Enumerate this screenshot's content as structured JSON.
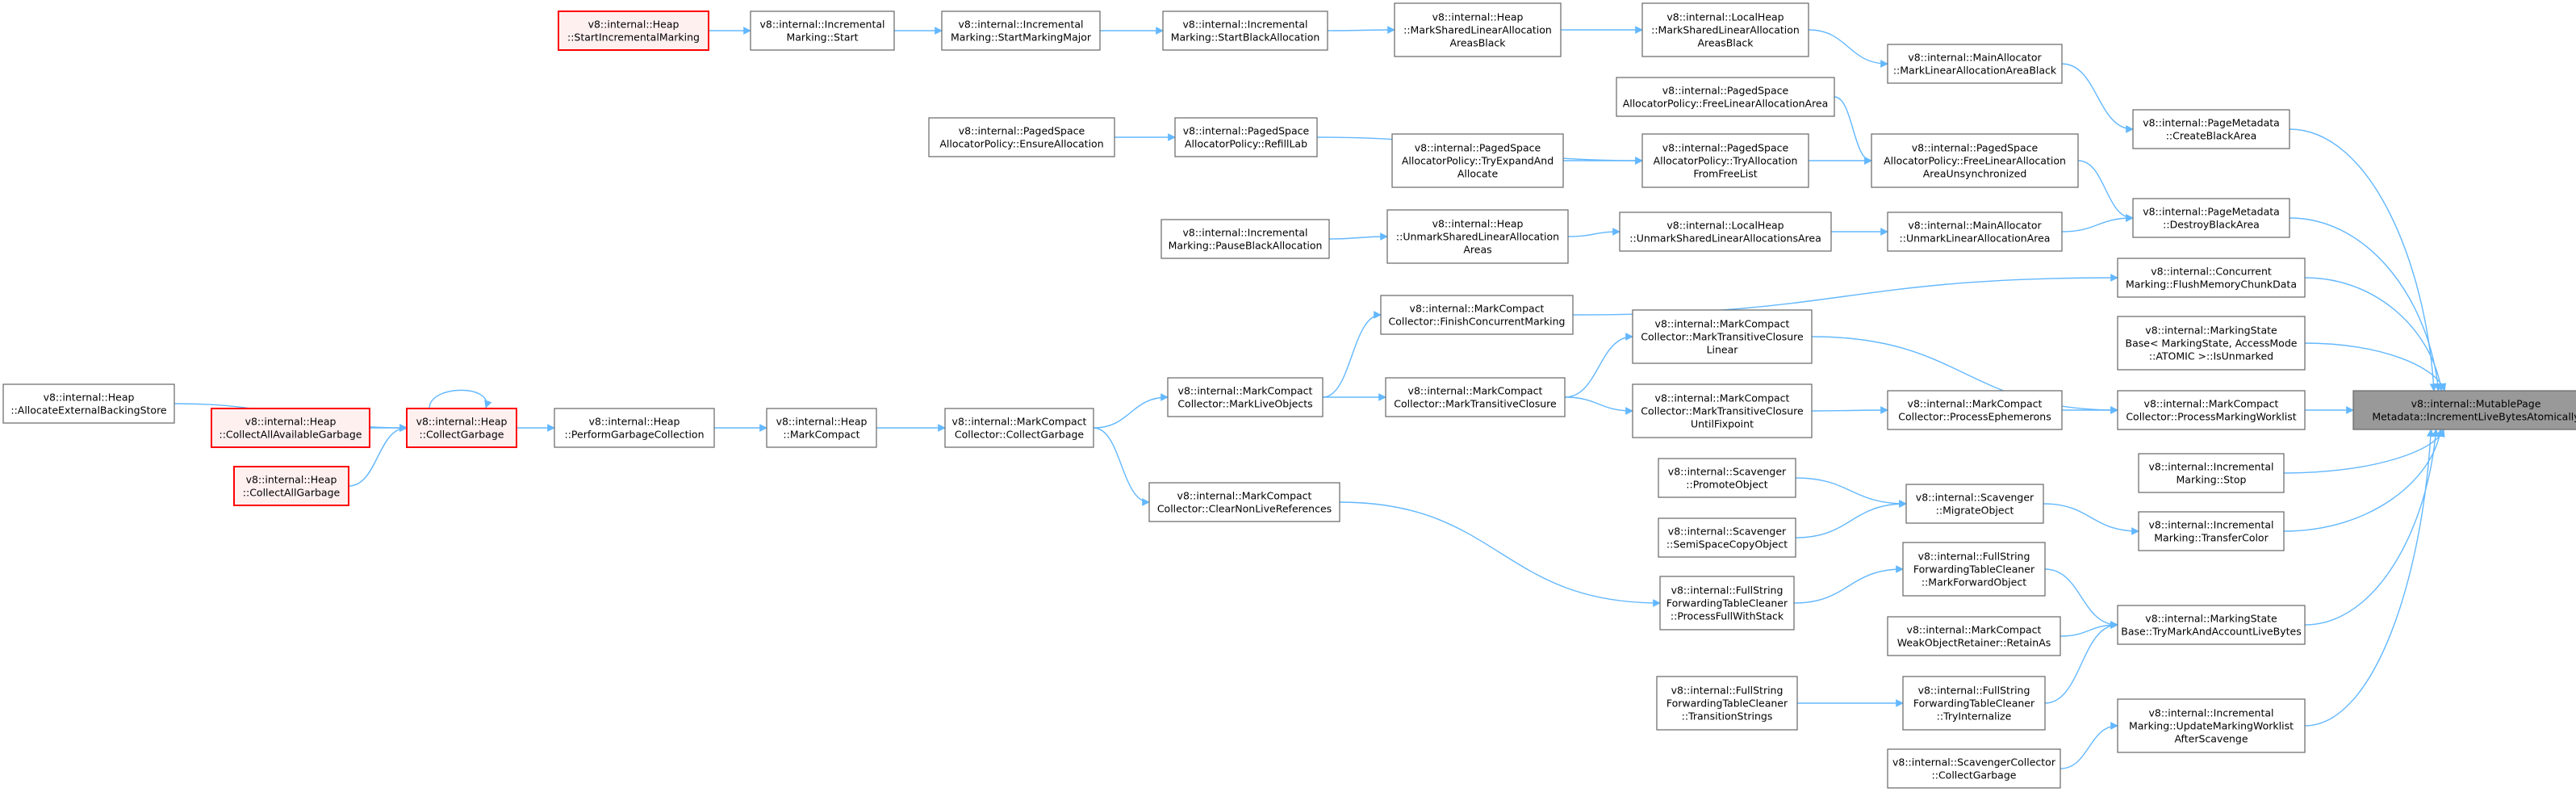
{
  "colors": {
    "node_border": "#666666",
    "node_fill": "#ffffff",
    "root_fill": "#999999",
    "highlight_border": "#ff0000",
    "highlight_fill": "#fff0f0",
    "edge": "#63b8ff"
  },
  "nodes": {
    "n1": {
      "lines": [
        "v8::internal::MutablePage",
        "Metadata::IncrementLiveBytesAtomically"
      ]
    },
    "n2": {
      "lines": [
        "v8::internal::PageMetadata",
        "::CreateBlackArea"
      ]
    },
    "n3": {
      "lines": [
        "v8::internal::MainAllocator",
        "::MarkLinearAllocationAreaBlack"
      ]
    },
    "n4": {
      "lines": [
        "v8::internal::LocalHeap",
        "::MarkSharedLinearAllocation",
        "AreasBlack"
      ]
    },
    "n5": {
      "lines": [
        "v8::internal::Heap",
        "::MarkSharedLinearAllocation",
        "AreasBlack"
      ]
    },
    "n6": {
      "lines": [
        "v8::internal::Incremental",
        "Marking::StartBlackAllocation"
      ]
    },
    "n7": {
      "lines": [
        "v8::internal::Incremental",
        "Marking::StartMarkingMajor"
      ]
    },
    "n8": {
      "lines": [
        "v8::internal::Incremental",
        "Marking::Start"
      ]
    },
    "n9": {
      "lines": [
        "v8::internal::Heap",
        "::StartIncrementalMarking"
      ]
    },
    "n10": {
      "lines": [
        "v8::internal::PageMetadata",
        "::DestroyBlackArea"
      ]
    },
    "n11": {
      "lines": [
        "v8::internal::PagedSpace",
        "AllocatorPolicy::FreeLinearAllocation",
        "AreaUnsynchronized"
      ]
    },
    "n12": {
      "lines": [
        "v8::internal::PagedSpace",
        "AllocatorPolicy::FreeLinearAllocationArea"
      ]
    },
    "n13": {
      "lines": [
        "v8::internal::PagedSpace",
        "AllocatorPolicy::TryAllocation",
        "FromFreeList"
      ]
    },
    "n14": {
      "lines": [
        "v8::internal::PagedSpace",
        "AllocatorPolicy::RefillLab"
      ]
    },
    "n15": {
      "lines": [
        "v8::internal::PagedSpace",
        "AllocatorPolicy::EnsureAllocation"
      ]
    },
    "n16": {
      "lines": [
        "v8::internal::PagedSpace",
        "AllocatorPolicy::TryExpandAnd",
        "Allocate"
      ]
    },
    "n17": {
      "lines": [
        "v8::internal::MainAllocator",
        "::UnmarkLinearAllocationArea"
      ]
    },
    "n18": {
      "lines": [
        "v8::internal::LocalHeap",
        "::UnmarkSharedLinearAllocationsArea"
      ]
    },
    "n19": {
      "lines": [
        "v8::internal::Heap",
        "::UnmarkSharedLinearAllocation",
        "Areas"
      ]
    },
    "n20": {
      "lines": [
        "v8::internal::Incremental",
        "Marking::PauseBlackAllocation"
      ]
    },
    "n21": {
      "lines": [
        "v8::internal::Concurrent",
        "Marking::FlushMemoryChunkData"
      ]
    },
    "n22": {
      "lines": [
        "v8::internal::MarkCompact",
        "Collector::FinishConcurrentMarking"
      ]
    },
    "n23": {
      "lines": [
        "v8::internal::MarkCompact",
        "Collector::MarkLiveObjects"
      ]
    },
    "n24": {
      "lines": [
        "v8::internal::MarkCompact",
        "Collector::CollectGarbage"
      ]
    },
    "n25": {
      "lines": [
        "v8::internal::Heap",
        "::MarkCompact"
      ]
    },
    "n26": {
      "lines": [
        "v8::internal::Heap",
        "::PerformGarbageCollection"
      ]
    },
    "n27": {
      "lines": [
        "v8::internal::Heap",
        "::CollectGarbage"
      ]
    },
    "n28": {
      "lines": [
        "v8::internal::Heap",
        "::AllocateExternalBackingStore"
      ]
    },
    "n29": {
      "lines": [
        "v8::internal::Heap",
        "::CollectAllAvailableGarbage"
      ]
    },
    "n30": {
      "lines": [
        "v8::internal::Heap",
        "::CollectAllGarbage"
      ]
    },
    "n31": {
      "lines": [
        "v8::internal::MarkingState",
        "Base< MarkingState, AccessMode",
        "::ATOMIC >::IsUnmarked"
      ]
    },
    "n32": {
      "lines": [
        "v8::internal::MarkCompact",
        "Collector::ProcessMarkingWorklist"
      ]
    },
    "n33": {
      "lines": [
        "v8::internal::MarkCompact",
        "Collector::MarkTransitiveClosure",
        "Linear"
      ]
    },
    "n34": {
      "lines": [
        "v8::internal::MarkCompact",
        "Collector::MarkTransitiveClosure"
      ]
    },
    "n35": {
      "lines": [
        "v8::internal::MarkCompact",
        "Collector::ProcessEphemerons"
      ]
    },
    "n36": {
      "lines": [
        "v8::internal::MarkCompact",
        "Collector::MarkTransitiveClosure",
        "UntilFixpoint"
      ]
    },
    "n37": {
      "lines": [
        "v8::internal::Incremental",
        "Marking::Stop"
      ]
    },
    "n38": {
      "lines": [
        "v8::internal::Incremental",
        "Marking::TransferColor"
      ]
    },
    "n39": {
      "lines": [
        "v8::internal::Scavenger",
        "::MigrateObject"
      ]
    },
    "n40": {
      "lines": [
        "v8::internal::Scavenger",
        "::PromoteObject"
      ]
    },
    "n41": {
      "lines": [
        "v8::internal::Scavenger",
        "::SemiSpaceCopyObject"
      ]
    },
    "n42": {
      "lines": [
        "v8::internal::MarkingState",
        "Base::TryMarkAndAccountLiveBytes"
      ]
    },
    "n43": {
      "lines": [
        "v8::internal::FullString",
        "ForwardingTableCleaner",
        "::MarkForwardObject"
      ]
    },
    "n44": {
      "lines": [
        "v8::internal::FullString",
        "ForwardingTableCleaner",
        "::ProcessFullWithStack"
      ]
    },
    "n45": {
      "lines": [
        "v8::internal::MarkCompact",
        "Collector::ClearNonLiveReferences"
      ]
    },
    "n46": {
      "lines": [
        "v8::internal::MarkCompact",
        "WeakObjectRetainer::RetainAs"
      ]
    },
    "n47": {
      "lines": [
        "v8::internal::FullString",
        "ForwardingTableCleaner",
        "::TryInternalize"
      ]
    },
    "n48": {
      "lines": [
        "v8::internal::FullString",
        "ForwardingTableCleaner",
        "::TransitionStrings"
      ]
    },
    "n49": {
      "lines": [
        "v8::internal::Incremental",
        "Marking::UpdateMarkingWorklist",
        "AfterScavenge"
      ]
    },
    "n50": {
      "lines": [
        "v8::internal::ScavengerCollector",
        "::CollectGarbage"
      ]
    }
  },
  "edges": [
    [
      "n2",
      "n1"
    ],
    [
      "n10",
      "n1"
    ],
    [
      "n21",
      "n1"
    ],
    [
      "n31",
      "n1"
    ],
    [
      "n32",
      "n1"
    ],
    [
      "n37",
      "n1"
    ],
    [
      "n38",
      "n1"
    ],
    [
      "n42",
      "n1"
    ],
    [
      "n49",
      "n1"
    ],
    [
      "n3",
      "n2"
    ],
    [
      "n4",
      "n3"
    ],
    [
      "n5",
      "n4"
    ],
    [
      "n6",
      "n5"
    ],
    [
      "n7",
      "n6"
    ],
    [
      "n8",
      "n7"
    ],
    [
      "n9",
      "n8"
    ],
    [
      "n11",
      "n10"
    ],
    [
      "n17",
      "n10"
    ],
    [
      "n12",
      "n11"
    ],
    [
      "n13",
      "n11"
    ],
    [
      "n14",
      "n13"
    ],
    [
      "n16",
      "n13"
    ],
    [
      "n15",
      "n14"
    ],
    [
      "n18",
      "n17"
    ],
    [
      "n19",
      "n18"
    ],
    [
      "n20",
      "n19"
    ],
    [
      "n22",
      "n21"
    ],
    [
      "n23",
      "n22"
    ],
    [
      "n24",
      "n23"
    ],
    [
      "n25",
      "n24"
    ],
    [
      "n26",
      "n25"
    ],
    [
      "n27",
      "n26"
    ],
    [
      "n27",
      "n27"
    ],
    [
      "n28",
      "n27"
    ],
    [
      "n29",
      "n27"
    ],
    [
      "n30",
      "n27"
    ],
    [
      "n33",
      "n32"
    ],
    [
      "n35",
      "n32"
    ],
    [
      "n34",
      "n33"
    ],
    [
      "n36",
      "n35"
    ],
    [
      "n34",
      "n36"
    ],
    [
      "n23",
      "n34"
    ],
    [
      "n39",
      "n38"
    ],
    [
      "n40",
      "n39"
    ],
    [
      "n41",
      "n39"
    ],
    [
      "n43",
      "n42"
    ],
    [
      "n46",
      "n42"
    ],
    [
      "n47",
      "n42"
    ],
    [
      "n44",
      "n43"
    ],
    [
      "n45",
      "n44"
    ],
    [
      "n24",
      "n45"
    ],
    [
      "n48",
      "n47"
    ],
    [
      "n50",
      "n49"
    ]
  ]
}
